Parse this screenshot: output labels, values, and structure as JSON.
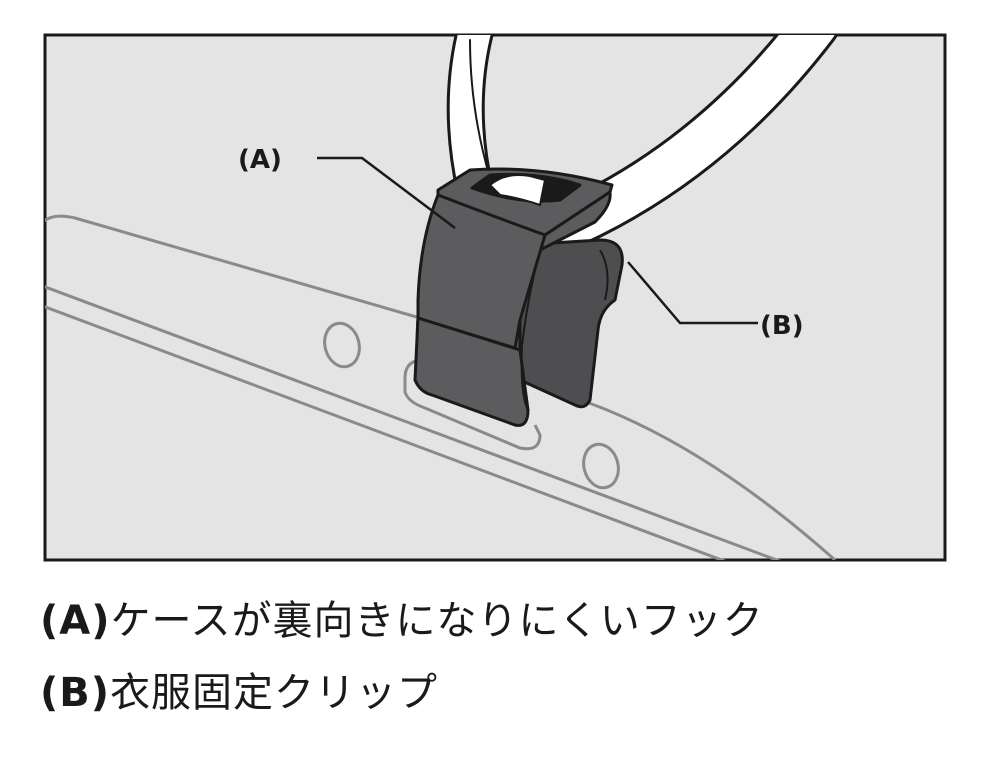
{
  "labels": {
    "a": "(A)",
    "b": "(B)"
  },
  "captions": [
    {
      "tag": "(A)",
      "text": "ケースが裏向きになりにくいフック"
    },
    {
      "tag": "(B)",
      "text": "衣服固定クリップ"
    }
  ],
  "colors": {
    "background": "#e4e4e4",
    "frame": "#1a1a1a",
    "card_line": "#8a8a8a",
    "clip": "#5c5c5e",
    "strap": "#ffffff"
  }
}
